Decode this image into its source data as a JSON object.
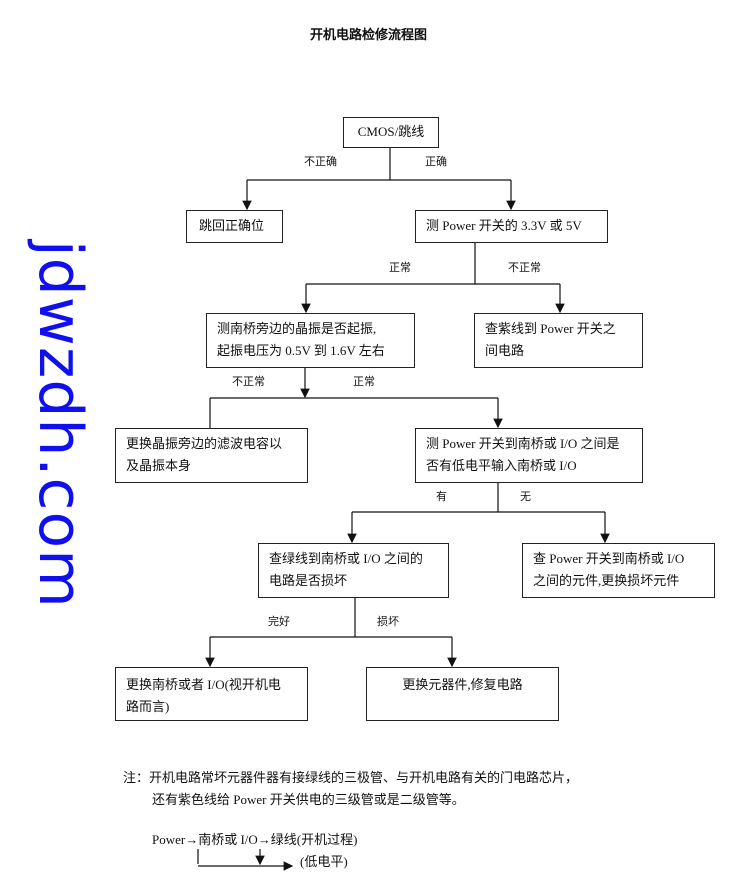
{
  "title": "开机电路检修流程图",
  "nodes": {
    "cmos": "CMOS/跳线",
    "jump_back": "跳回正确位",
    "measure_power": "测 Power 开关的 3.3V 或 5V",
    "crystal_l1": "测南桥旁边的晶振是否起振,",
    "crystal_l2": "起振电压为 0.5V 到 1.6V 左右",
    "purple_l1": "查紫线到 Power 开关之",
    "purple_l2": "间电路",
    "replace_crystal_l1": "更换晶振旁边的滤波电容以",
    "replace_crystal_l2": "及晶振本身",
    "low_level_l1": "测 Power 开关到南桥或 I/O 之间是",
    "low_level_l2": "否有低电平输入南桥或 I/O",
    "green_l1": "查绿线到南桥或 I/O 之间的",
    "green_l2": "电路是否损坏",
    "components_l1": "查 Power 开关到南桥或 I/O",
    "components_l2": "之间的元件,更换损坏元件",
    "replace_sb_l1": "更换南桥或者 I/O(视开机电",
    "replace_sb_l2": "路而言)",
    "repair": "更换元器件,修复电路"
  },
  "edge_labels": {
    "incorrect": "不正确",
    "correct": "正确",
    "normal1": "正常",
    "abnormal1": "不正常",
    "abnormal2": "不正常",
    "normal2": "正常",
    "yes": "有",
    "no": "无",
    "good": "完好",
    "broken": "损坏"
  },
  "note": {
    "line1": "注：开机电路常坏元器件器有接绿线的三极管、与开机电路有关的门电路芯片，",
    "line2": "还有紫色线给 Power 开关供电的三级管或是二级管等。"
  },
  "sequence": {
    "line": "Power→南桥或 I/O→绿线(开机过程)",
    "low": "(低电平)"
  },
  "watermark": "jdwzdh.com"
}
